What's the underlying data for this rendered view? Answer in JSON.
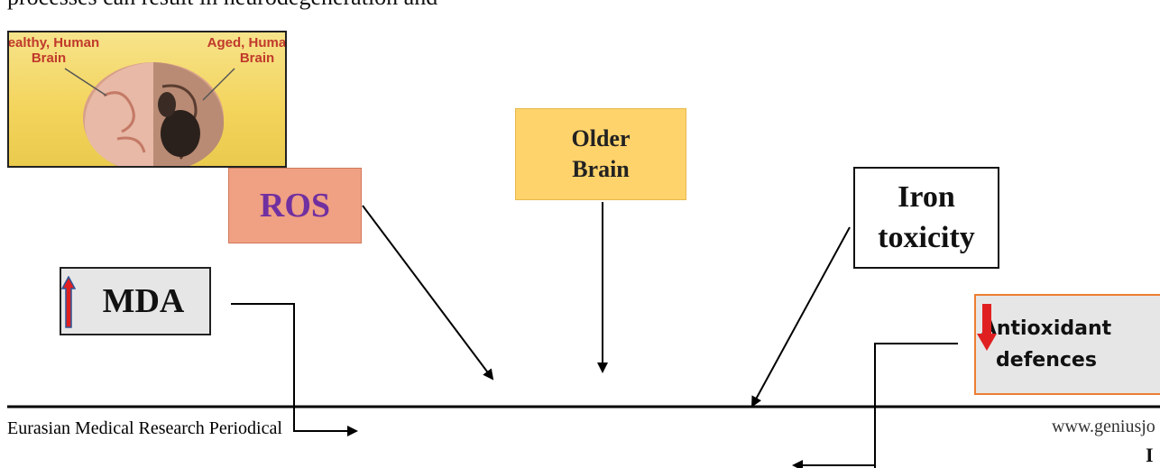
{
  "top_text": "processes can result in neurodegeneration and",
  "brain_image": {
    "label_left": "Healthy, Human Brain",
    "label_right": "Aged, Human Brain"
  },
  "nodes": {
    "ros": "ROS",
    "older_brain": [
      "Older",
      "Brain"
    ],
    "iron_toxicity": [
      "Iron",
      "toxicity"
    ],
    "mda": "MDA",
    "antioxidant": [
      "Antioxidant",
      "defences"
    ]
  },
  "indicators": {
    "mda": "up-arrow",
    "antioxidant": "down-arrow"
  },
  "footer": {
    "journal": "Eurasian Medical Research Periodical",
    "website": "www.geniusjo",
    "page_partial": "I"
  },
  "colors": {
    "ros_fill": "#f0a083",
    "ros_text": "#7030a0",
    "older_fill": "#ffd36b",
    "anti_border": "#ed7d31",
    "arrow_red": "#e02020"
  }
}
